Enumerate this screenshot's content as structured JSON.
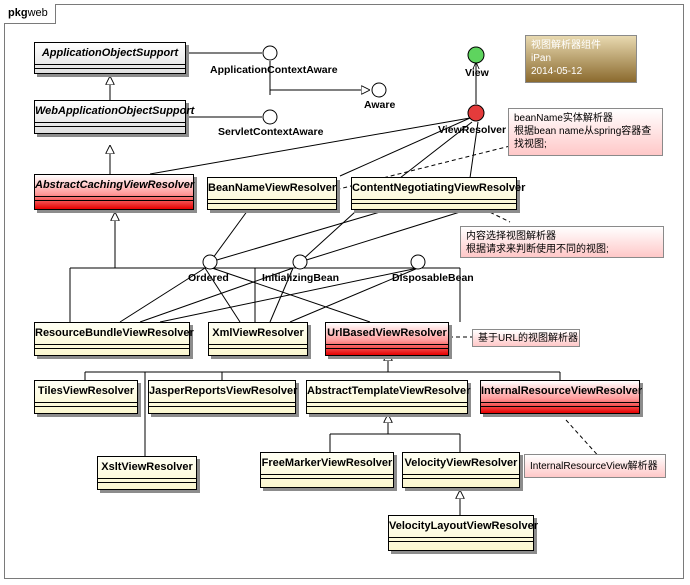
{
  "package": {
    "keyword": "pkg",
    "name": "web"
  },
  "classes": {
    "application_object_support": "ApplicationObjectSupport",
    "web_application_object_support": "WebApplicationObjectSupport",
    "abstract_caching_view_resolver": "AbstractCachingViewResolver",
    "bean_name_view_resolver": "BeanNameViewResolver",
    "content_negotiating_view_resolver": "ContentNegotiatingViewResolver",
    "resource_bundle_view_resolver": "ResourceBundleViewResolver",
    "xml_view_resolver": "XmlViewResolver",
    "url_based_view_resolver": "UrlBasedViewResolver",
    "tiles_view_resolver": "TilesViewResolver",
    "jasper_reports_view_resolver": "JasperReportsViewResolver",
    "abstract_template_view_resolver": "AbstractTemplateViewResolver",
    "internal_resource_view_resolver": "InternalResourceViewResolver",
    "xslt_view_resolver": "XsltViewResolver",
    "freemarker_view_resolver": "FreeMarkerViewResolver",
    "velocity_view_resolver": "VelocityViewResolver",
    "velocity_layout_view_resolver": "VelocityLayoutViewResolver"
  },
  "interfaces": {
    "application_context_aware": "ApplicationContextAware",
    "servlet_context_aware": "ServletContextAware",
    "aware": "Aware",
    "view": "View",
    "view_resolver": "ViewResolver",
    "ordered": "Ordered",
    "initializing_bean": "InitializingBean",
    "disposable_bean": "DisposableBean"
  },
  "notes": {
    "header": [
      "视图解析器组件",
      "iPan",
      "2014-05-12"
    ],
    "bean_name": [
      "beanName实体解析器",
      "根据bean name从spring容器查",
      "找视图;"
    ],
    "content_negotiating": [
      "内容选择视图解析器",
      "根据请求来判断使用不同的视图;"
    ],
    "url_based": [
      "基于URL的视图解析器"
    ],
    "internal_resource": [
      "InternalResourceView解析器"
    ]
  },
  "colors": {
    "class_fill": "#fbf7cf",
    "highlight_fill": "#e50000",
    "abstract_fill": "#e0e0e0",
    "view_lollipop": "#5ed45e",
    "view_resolver_lollipop": "#e43b3b",
    "note_pink": "#ffc8c8",
    "note_brown": "#8b6a2e"
  }
}
